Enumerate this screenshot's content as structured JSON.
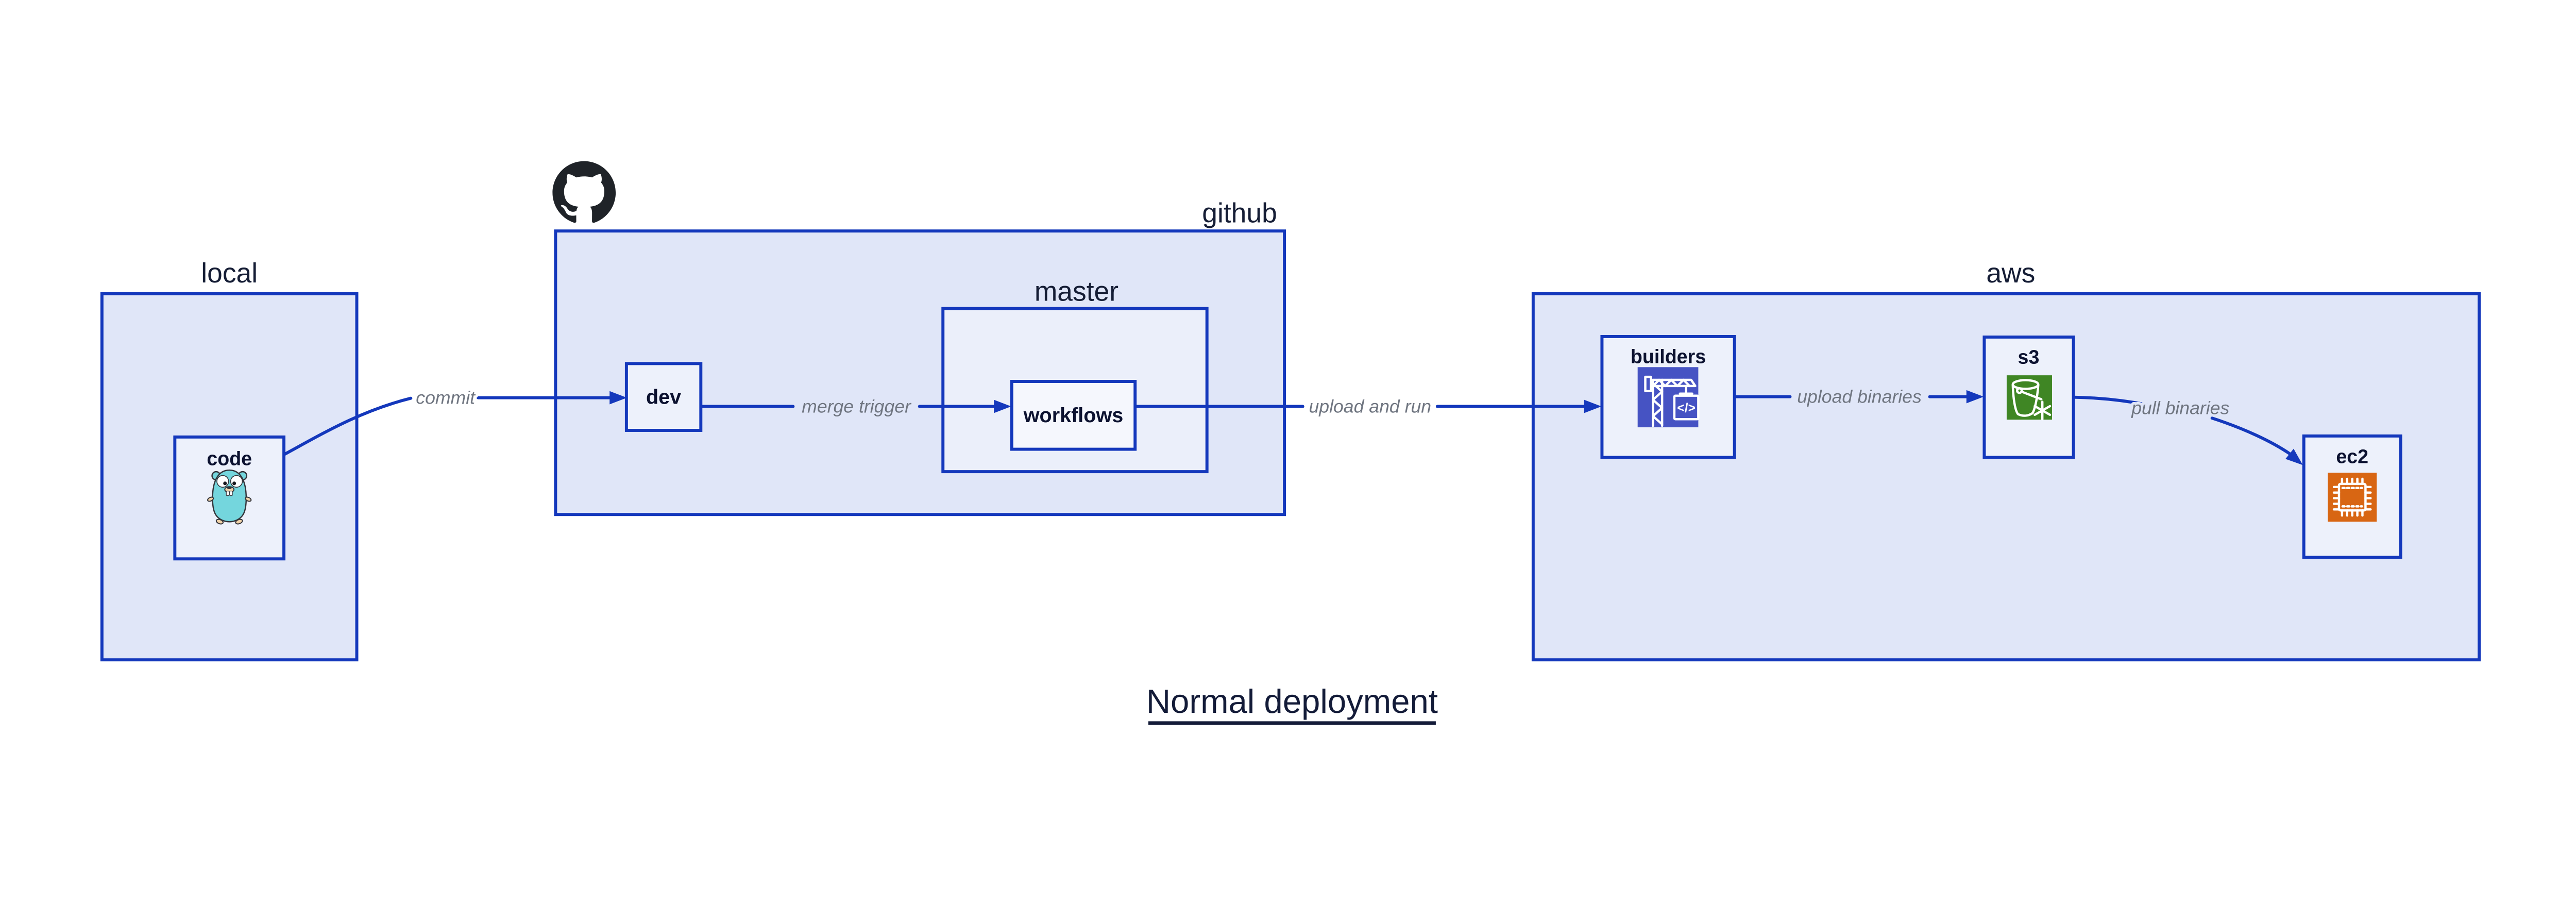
{
  "diagram": {
    "title": "Normal deployment",
    "containers": {
      "local": {
        "label": "local"
      },
      "github": {
        "label": "github"
      },
      "master": {
        "label": "master"
      },
      "aws": {
        "label": "aws"
      }
    },
    "nodes": {
      "code": {
        "label": "code"
      },
      "dev": {
        "label": "dev"
      },
      "workflows": {
        "label": "workflows"
      },
      "builders": {
        "label": "builders"
      },
      "s3": {
        "label": "s3"
      },
      "ec2": {
        "label": "ec2"
      }
    },
    "edges": {
      "commit": {
        "label": "commit"
      },
      "merge_trigger": {
        "label": "merge trigger"
      },
      "upload_and_run": {
        "label": "upload and run"
      },
      "upload_binaries": {
        "label": "upload binaries"
      },
      "pull_binaries": {
        "label": "pull binaries"
      }
    },
    "icons": {
      "octocat": "github-logo",
      "gopher": "go-gopher",
      "codebuild": "crane-codebuild",
      "codebuild_glyph": "</>",
      "s3": "bucket-snowflake",
      "ec2": "chip"
    },
    "colors": {
      "canvas": "#ffffff",
      "container_fill": "#e0e6f8",
      "master_fill": "#ebeffa",
      "node_fill": "#edf1fb",
      "workflows_fill": "#f5f7fd",
      "border_blue": "#1438bc",
      "node_label": "#0c1230",
      "container_label": "#151d35",
      "edge_label": "#6f7580",
      "title_color": "#131b38",
      "github_black": "#1f2328",
      "gopher_teal": "#74d6dd",
      "gopher_skin": "#f0d2a8",
      "gopher_outline": "#33343a",
      "codebuild_purple": "#4653c3",
      "s3_green": "#3f8624",
      "ec2_orange": "#d86613",
      "icon_white": "#ffffff"
    }
  }
}
